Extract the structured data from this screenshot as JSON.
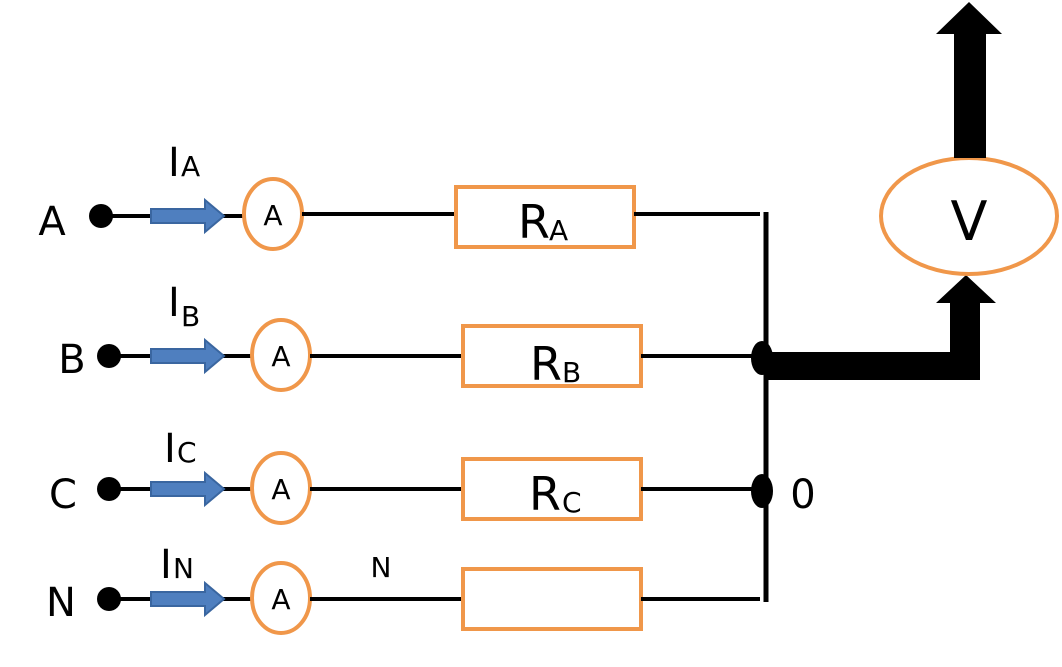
{
  "colors": {
    "wire": "#000000",
    "component_stroke": "#F0974A",
    "arrow_fill": "#4F7FBF",
    "arrow_stroke": "#3A66A0"
  },
  "phases": [
    {
      "terminal": "A",
      "current_main": "I",
      "current_sub": "A",
      "meter": "A",
      "resistor_main": "R",
      "resistor_sub": "A"
    },
    {
      "terminal": "B",
      "current_main": "I",
      "current_sub": "B",
      "meter": "A",
      "resistor_main": "R",
      "resistor_sub": "B"
    },
    {
      "terminal": "C",
      "current_main": "I",
      "current_sub": "C",
      "meter": "A",
      "resistor_main": "R",
      "resistor_sub": "C"
    },
    {
      "terminal": "N",
      "current_main": "I",
      "current_sub": "N",
      "meter": "A",
      "resistor_main": "",
      "resistor_sub": "",
      "wire_label": "N"
    }
  ],
  "neutral_point_label": "0",
  "voltmeter_label": "V"
}
